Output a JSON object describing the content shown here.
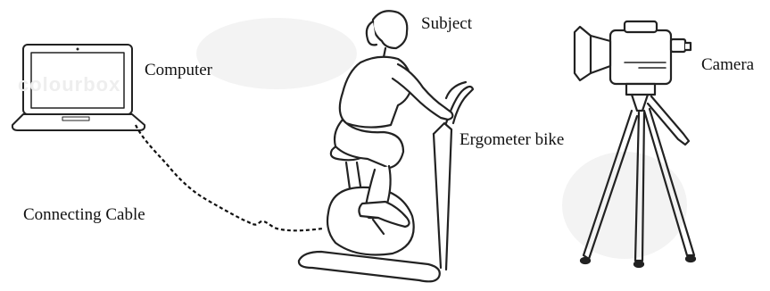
{
  "labels": {
    "computer": "Computer",
    "subject": "Subject",
    "camera": "Camera",
    "ergometer": "Ergometer bike",
    "cable": "Connecting Cable"
  },
  "watermark": "colourbox",
  "colors": {
    "ink": "#111111",
    "line": "#222222",
    "fill": "#ffffff"
  }
}
